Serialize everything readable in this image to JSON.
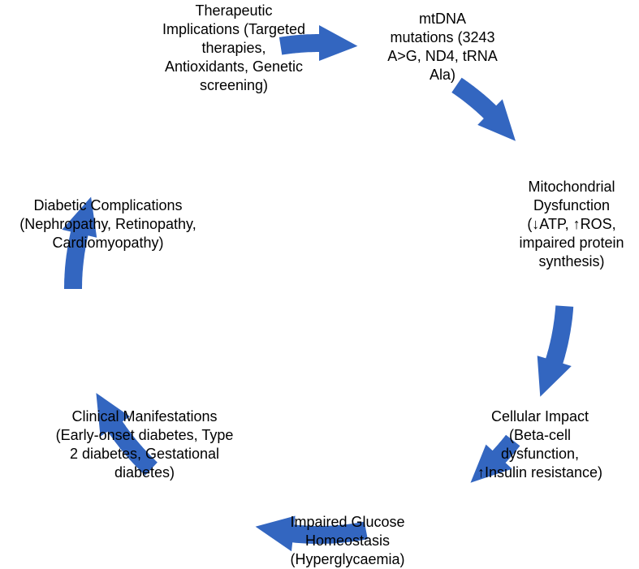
{
  "colors": {
    "arrow": "#3366c0",
    "text": "#000000",
    "background": "#ffffff"
  },
  "nodes": [
    {
      "id": "therapeutic",
      "lines": [
        "Therapeutic",
        "Implications (Targeted",
        "therapies,",
        "Antioxidants, Genetic",
        "screening)"
      ]
    },
    {
      "id": "mtdna",
      "lines": [
        "mtDNA",
        "mutations (3243",
        "A>G, ND4, tRNA",
        "Ala)"
      ]
    },
    {
      "id": "mito",
      "lines": [
        "Mitochondrial",
        "Dysfunction",
        "(↓ATP, ↑ROS,",
        "impaired protein",
        "synthesis)"
      ]
    },
    {
      "id": "cellular",
      "lines": [
        "Cellular Impact",
        "(Beta-cell",
        "dysfunction,",
        "↑Insulin resistance)"
      ]
    },
    {
      "id": "glucose",
      "lines": [
        "Impaired Glucose",
        "Homeostasis",
        "(Hyperglycaemia)"
      ]
    },
    {
      "id": "clinical",
      "lines": [
        "Clinical Manifestations",
        "(Early-onset diabetes, Type",
        "2 diabetes, Gestational",
        "diabetes)"
      ]
    },
    {
      "id": "complications",
      "lines": [
        "Diabetic Complications",
        "(Nephropathy, Retinopathy,",
        "Cardiomyopathy)"
      ]
    }
  ],
  "edges": [
    {
      "from": "therapeutic",
      "to": "mtdna"
    },
    {
      "from": "mtdna",
      "to": "mito"
    },
    {
      "from": "mito",
      "to": "cellular"
    },
    {
      "from": "cellular",
      "to": "glucose"
    },
    {
      "from": "glucose",
      "to": "clinical"
    },
    {
      "from": "clinical",
      "to": "complications"
    },
    {
      "from": "complications",
      "to": "therapeutic"
    }
  ]
}
